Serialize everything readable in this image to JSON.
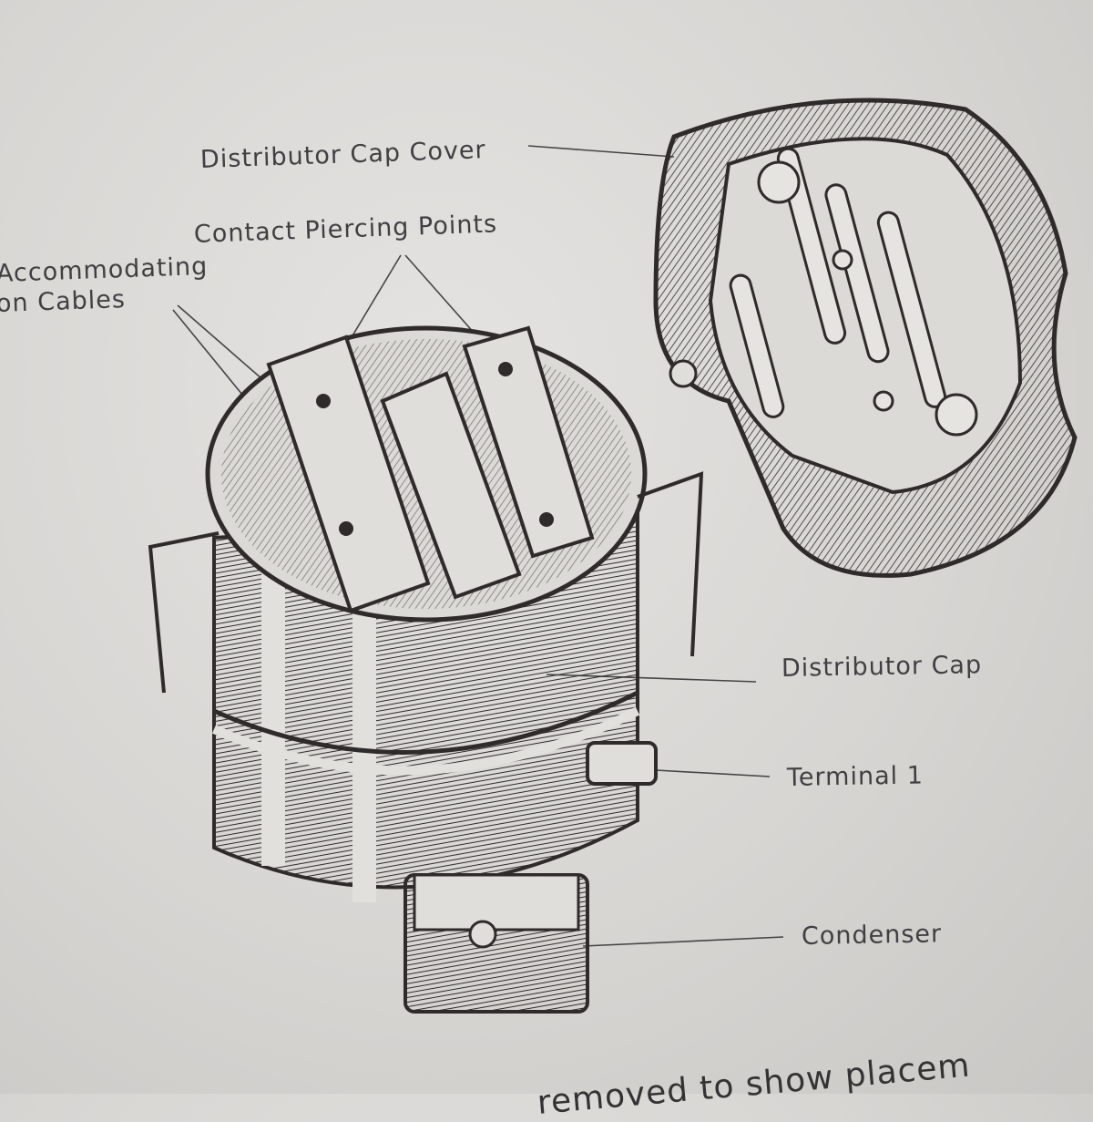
{
  "labels": {
    "cap_cover": "Distributor Cap Cover",
    "piercing_points": "Contact Piercing Points",
    "accommodating_1": "Accommodating",
    "accommodating_2": "on Cables",
    "cap": "Distributor Cap",
    "terminal": "Terminal 1",
    "condenser": "Condenser"
  },
  "caption": "removed to show placem",
  "colors": {
    "paper": "#d9d7d4",
    "ink": "#2e2b2a"
  }
}
